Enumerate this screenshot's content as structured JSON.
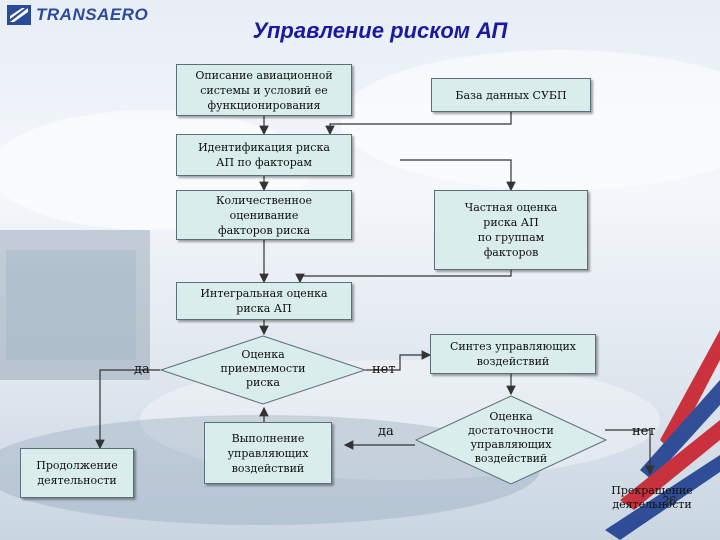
{
  "brand": {
    "logo_text": "TRANSAERO",
    "title": "Управление риском АП",
    "slide_number": "26"
  },
  "nodes": {
    "describe": "Описание авиационной\nсистемы и условий ее\nфункционирования",
    "database": "База данных СУБП",
    "identify": "Идентификация риска\nАП по факторам",
    "quantify": "Количественное\nоценивание\nфакторов риска",
    "partial": "Частная оценка\nриска АП\nпо группам\nфакторов",
    "integral": "Интегральная оценка\nриска АП",
    "acceptability": "Оценка\nприемлемости\nриска",
    "synthesis": "Синтез управляющих\nвоздействий",
    "execute": "Выполнение\nуправляющих\nвоздействий",
    "sufficiency": "Оценка\nдостаточности\nуправляющих\nвоздействий",
    "continue": "Продолжение\nдеятельности",
    "stop": "Прекращение\nдеятельности"
  },
  "edge_labels": {
    "yes_left": "да",
    "no_right": "нет",
    "yes_bottom": "да",
    "no_far_right": "нет"
  },
  "colors": {
    "box_fill": "#d8edec",
    "title": "#1a1aa0",
    "logo": "#2a4a9a",
    "accent_red": "#c8202a"
  }
}
